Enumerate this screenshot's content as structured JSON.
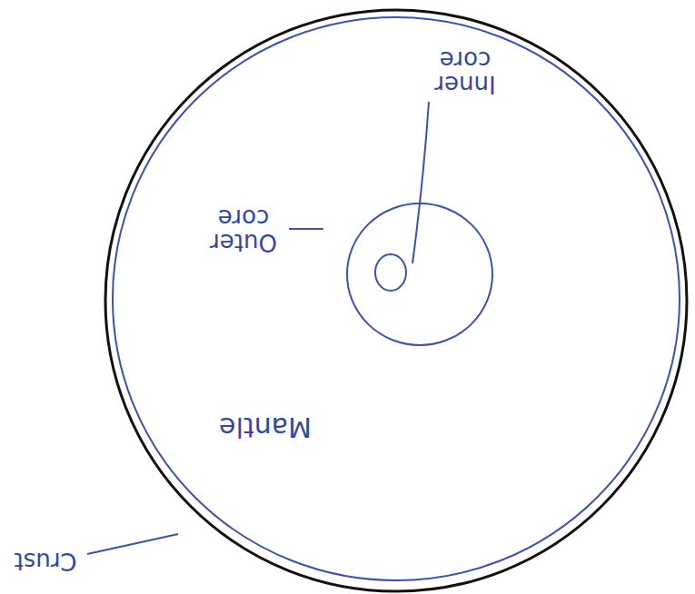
{
  "diagram": {
    "labels": [
      "Inner core",
      "Outer core",
      "Mantle",
      "Crust"
    ]
  }
}
